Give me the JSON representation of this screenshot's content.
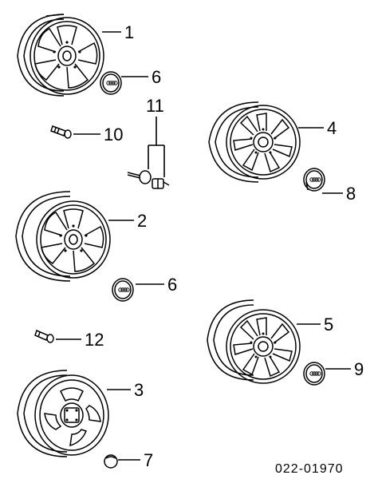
{
  "callouts": {
    "c1": "1",
    "c2": "2",
    "c3": "3",
    "c4": "4",
    "c5": "5",
    "c6a": "6",
    "c6b": "6",
    "c7": "7",
    "c8": "8",
    "c9": "9",
    "c10": "10",
    "c11": "11",
    "c12": "12"
  },
  "diagram_code": "022-01970",
  "parts": [
    {
      "ref": "1",
      "icon": "alloy-wheel-5-spoke"
    },
    {
      "ref": "2",
      "icon": "alloy-wheel-5-spoke"
    },
    {
      "ref": "3",
      "icon": "steel-wheel"
    },
    {
      "ref": "4",
      "icon": "alloy-wheel-multi-spoke"
    },
    {
      "ref": "5",
      "icon": "alloy-wheel-multi-spoke"
    },
    {
      "ref": "6",
      "icon": "center-cap"
    },
    {
      "ref": "7",
      "icon": "small-cap"
    },
    {
      "ref": "8",
      "icon": "center-cap"
    },
    {
      "ref": "9",
      "icon": "center-cap"
    },
    {
      "ref": "10",
      "icon": "valve-stem"
    },
    {
      "ref": "11",
      "icon": "wheel-bolt-pair"
    },
    {
      "ref": "12",
      "icon": "valve-stem"
    }
  ]
}
